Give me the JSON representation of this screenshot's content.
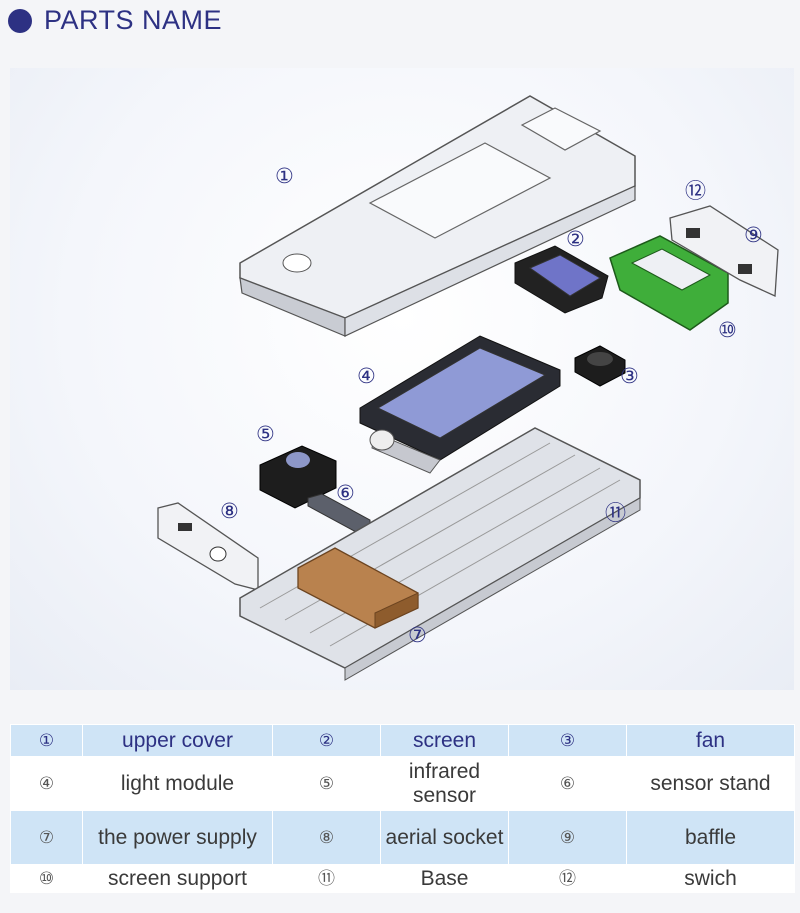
{
  "header": {
    "title": "PARTS NAME"
  },
  "callouts": [
    "①",
    "②",
    "③",
    "④",
    "⑤",
    "⑥",
    "⑦",
    "⑧",
    "⑨",
    "⑩",
    "⑪",
    "⑫"
  ],
  "table": {
    "rows": [
      [
        {
          "num": "①",
          "label": "upper cover"
        },
        {
          "num": "②",
          "label": "screen"
        },
        {
          "num": "③",
          "label": "fan"
        }
      ],
      [
        {
          "num": "④",
          "label": "light module"
        },
        {
          "num": "⑤",
          "label": "infrared sensor"
        },
        {
          "num": "⑥",
          "label": "sensor stand"
        }
      ],
      [
        {
          "num": "⑦",
          "label": "the power supply"
        },
        {
          "num": "⑧",
          "label": "aerial socket"
        },
        {
          "num": "⑨",
          "label": "baffle"
        }
      ],
      [
        {
          "num": "⑩",
          "label": "screen support"
        },
        {
          "num": "⑪",
          "label": "Base"
        },
        {
          "num": "⑫",
          "label": "swich"
        }
      ]
    ]
  }
}
